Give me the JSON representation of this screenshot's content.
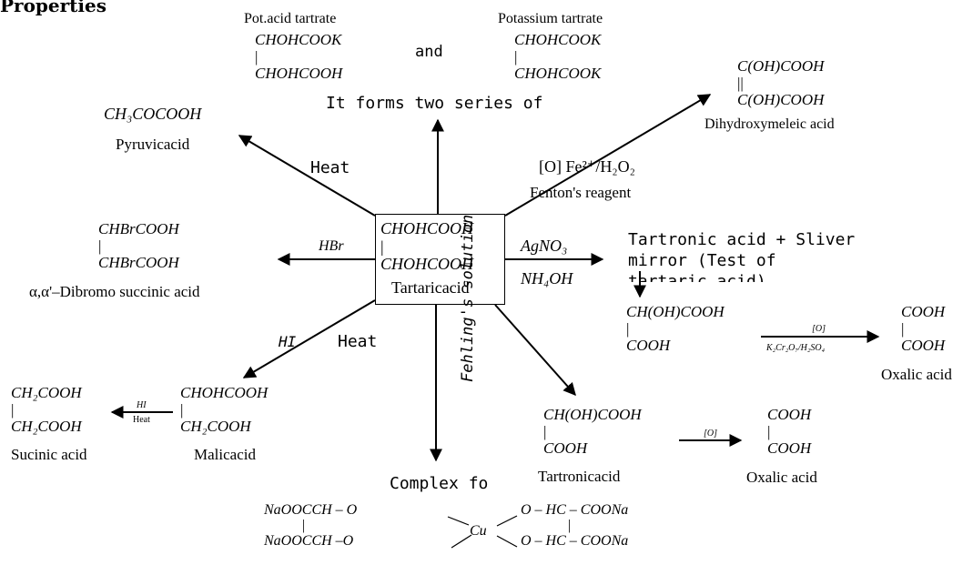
{
  "title": "Properties",
  "center": {
    "line1": "CHOHCOOH",
    "bar": "|",
    "line2": "CHOHCOOH",
    "name": "Tartaricacid"
  },
  "series_text": "It forms two series of",
  "and_text": "and",
  "pot_acid_tartrate": {
    "name": "Pot.acid tartrate",
    "l1": "CHOHCOOK",
    "bar": "|",
    "l2": "CHOHCOOH"
  },
  "potassium_tartrate": {
    "name": "Potassium tartrate",
    "l1": "CHOHCOOK",
    "bar": "|",
    "l2": "CHOHCOOK"
  },
  "pyruvic": {
    "formula": "CH₃COCOOH",
    "name": "Pyruvicacid",
    "cond": "Heat"
  },
  "dihydroxymeleic": {
    "l1": "C(OH)COOH",
    "bar": "||",
    "l2": "C(OH)COOH",
    "name": "Dihydroxymeleic acid"
  },
  "fenton": {
    "cond": "[O] Fe²⁺/H₂O₂",
    "name": "Fenton's reagent"
  },
  "dibromo": {
    "l1": "CHBrCOOH",
    "bar": "|",
    "l2": "CHBrCOOH",
    "name": "α,α'–Dibromo succinic acid",
    "cond": "HBr"
  },
  "tollens": {
    "reagent1": "AgNO₃",
    "reagent2": "NH₄OH",
    "product": "Tartronic acid + Sliver mirror (Test of tartaric acid)"
  },
  "tartronic_upper": {
    "l1": "CH(OH)COOH",
    "bar": "|",
    "l2": "COOH",
    "cond_top": "[O]",
    "cond_bottom": "K₂Cr₂O₇/H₂SO₄"
  },
  "oxalic_upper": {
    "l1": "COOH",
    "bar": "|",
    "l2": "COOH",
    "name": "Oxalic acid"
  },
  "malic": {
    "l1": "CHOHCOOH",
    "bar": "|",
    "l2": "CH₂COOH",
    "name": "Malicacid",
    "cond1": "HI",
    "cond2": "Heat"
  },
  "succinic": {
    "l1": "CH₂COOH",
    "bar": "|",
    "l2": "CH₂COOH",
    "name": "Sucinic acid",
    "cond_top": "HI",
    "cond_bottom": "Heat"
  },
  "fehling": {
    "label": "Fehling's solution",
    "product": "Complex formation"
  },
  "tartronic_lower": {
    "l1": "CH(OH)COOH",
    "bar": "|",
    "l2": "COOH",
    "name": "Tartronicacid",
    "cond": "[O]"
  },
  "oxalic_lower": {
    "l1": "COOH",
    "bar": "|",
    "l2": "COOH",
    "name": "Oxalic acid"
  },
  "complex": {
    "left1": "NaOOCCH – O",
    "left_bar": "|",
    "left2": "NaOOCCH –O",
    "metal": "Cu",
    "right1": "O – HC – COONa",
    "right_bar": "|",
    "right2": "O – HC – COONa"
  }
}
